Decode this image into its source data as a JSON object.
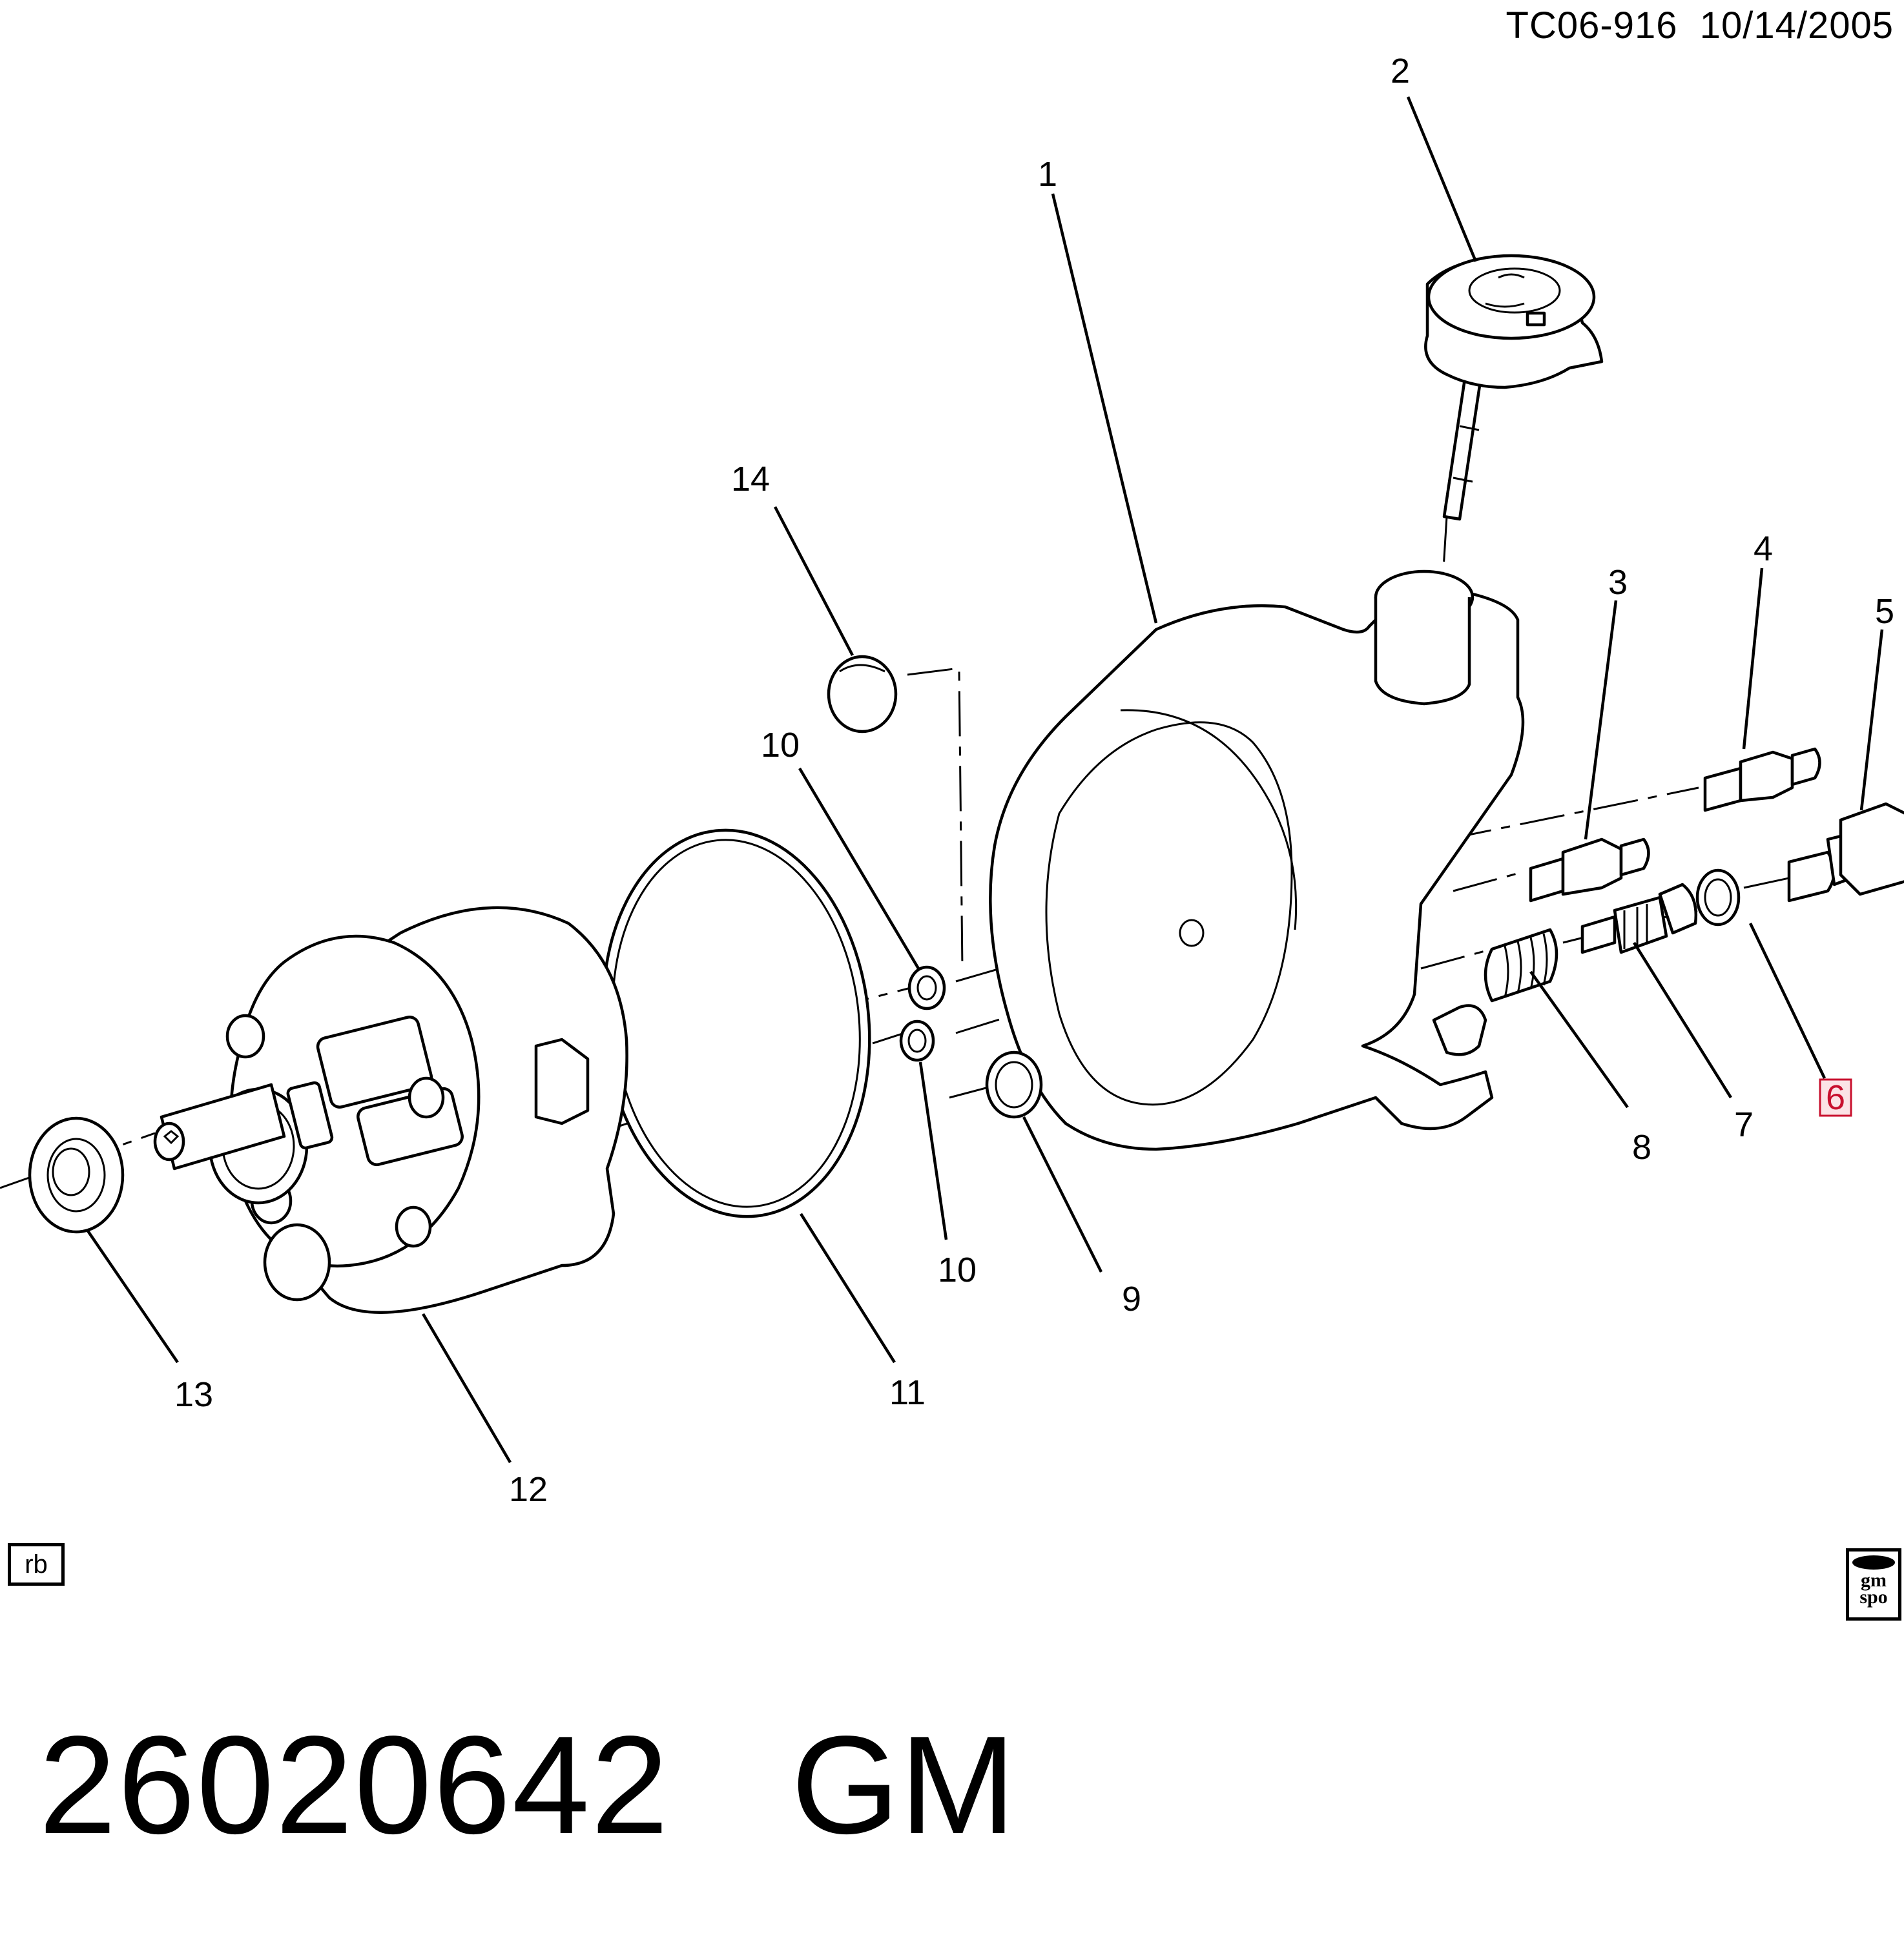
{
  "header": {
    "code": "TC06-916",
    "date": "10/14/2005"
  },
  "callouts": {
    "c1": "1",
    "c2": "2",
    "c3": "3",
    "c4": "4",
    "c5": "5",
    "c6": "6",
    "c7": "7",
    "c8": "8",
    "c9": "9",
    "c10a": "10",
    "c10b": "10",
    "c11": "11",
    "c12": "12",
    "c13": "13",
    "c14": "14"
  },
  "highlighted_callout": "6",
  "highlight_color": "#c8102e",
  "footer_tag": "rb",
  "logo": {
    "line1": "gm",
    "line2": "spo"
  },
  "part_number": "26020642",
  "manufacturer": "GM"
}
